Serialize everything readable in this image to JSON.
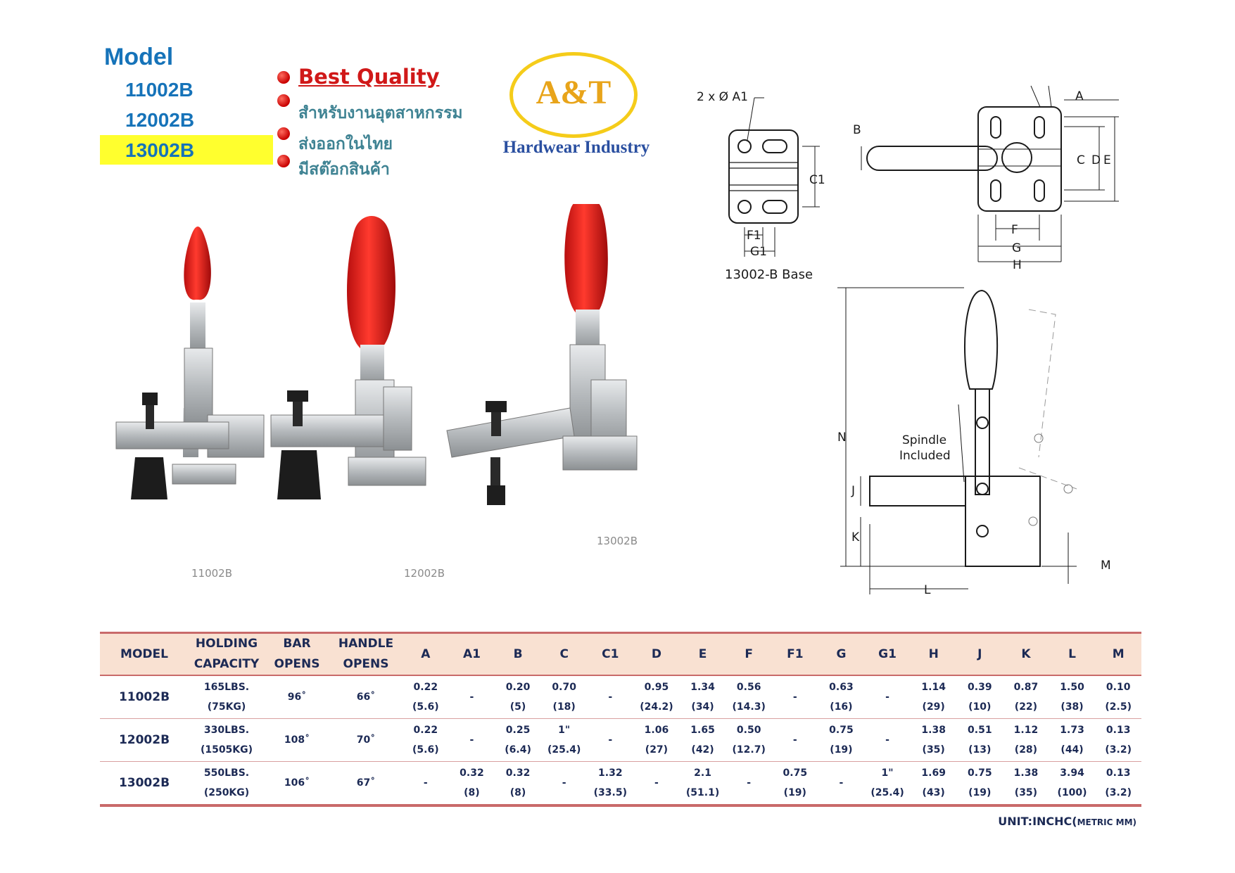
{
  "header": {
    "model_title": "Model",
    "models": [
      "11002B",
      "12002B",
      "13002B"
    ],
    "highlighted_model": "13002B",
    "highlight_color": "#ffff2e"
  },
  "features": {
    "best_quality": "Best Quality",
    "items": [
      "สำหรับงานอุตสาหกรรม",
      "ส่งออกในไทย",
      "มีสต๊อกสินค้า"
    ]
  },
  "logo": {
    "mark": "A&T",
    "subtitle": "Hardwear Industry",
    "ring_color": "#f5cc1a"
  },
  "photos": {
    "labels": [
      "11002B",
      "12002B",
      "13002B"
    ],
    "handle_color": "#e02020"
  },
  "base_drawing": {
    "hole_label": "2 x Ø A1",
    "c1": "C1",
    "f1": "F1",
    "g1": "G1",
    "caption": "13002-B Base"
  },
  "top_drawing": {
    "labels": [
      "A",
      "B",
      "C",
      "D",
      "E",
      "F",
      "G",
      "H"
    ]
  },
  "side_drawing": {
    "spindle_label": [
      "Spindle",
      "Included"
    ],
    "labels": [
      "N",
      "J",
      "K",
      "L",
      "M"
    ]
  },
  "table": {
    "headers": [
      [
        "MODEL"
      ],
      [
        "HOLDING",
        "CAPACITY"
      ],
      [
        "BAR",
        "OPENS"
      ],
      [
        "HANDLE",
        "OPENS"
      ],
      [
        "A"
      ],
      [
        "A1"
      ],
      [
        "B"
      ],
      [
        "C"
      ],
      [
        "C1"
      ],
      [
        "D"
      ],
      [
        "E"
      ],
      [
        "F"
      ],
      [
        "F1"
      ],
      [
        "G"
      ],
      [
        "G1"
      ],
      [
        "H"
      ],
      [
        "J"
      ],
      [
        "K"
      ],
      [
        "L"
      ],
      [
        "M"
      ]
    ],
    "rows": [
      {
        "model": "11002B",
        "cells": [
          [
            "165LBS.",
            "(75KG)"
          ],
          [
            "96˚"
          ],
          [
            "66˚"
          ],
          [
            "0.22",
            "(5.6)"
          ],
          [
            "-"
          ],
          [
            "0.20",
            "(5)"
          ],
          [
            "0.70",
            "(18)"
          ],
          [
            "-"
          ],
          [
            "0.95",
            "(24.2)"
          ],
          [
            "1.34",
            "(34)"
          ],
          [
            "0.56",
            "(14.3)"
          ],
          [
            "-"
          ],
          [
            "0.63",
            "(16)"
          ],
          [
            "-"
          ],
          [
            "1.14",
            "(29)"
          ],
          [
            "0.39",
            "(10)"
          ],
          [
            "0.87",
            "(22)"
          ],
          [
            "1.50",
            "(38)"
          ],
          [
            "0.10",
            "(2.5)"
          ]
        ]
      },
      {
        "model": "12002B",
        "cells": [
          [
            "330LBS.",
            "(1505KG)"
          ],
          [
            "108˚"
          ],
          [
            "70˚"
          ],
          [
            "0.22",
            "(5.6)"
          ],
          [
            "-"
          ],
          [
            "0.25",
            "(6.4)"
          ],
          [
            "1\"",
            "(25.4)"
          ],
          [
            "-"
          ],
          [
            "1.06",
            "(27)"
          ],
          [
            "1.65",
            "(42)"
          ],
          [
            "0.50",
            "(12.7)"
          ],
          [
            "-"
          ],
          [
            "0.75",
            "(19)"
          ],
          [
            "-"
          ],
          [
            "1.38",
            "(35)"
          ],
          [
            "0.51",
            "(13)"
          ],
          [
            "1.12",
            "(28)"
          ],
          [
            "1.73",
            "(44)"
          ],
          [
            "0.13",
            "(3.2)"
          ]
        ]
      },
      {
        "model": "13002B",
        "cells": [
          [
            "550LBS.",
            "(250KG)"
          ],
          [
            "106˚"
          ],
          [
            "67˚"
          ],
          [
            "-"
          ],
          [
            "0.32",
            "(8)"
          ],
          [
            "0.32",
            "(8)"
          ],
          [
            "-"
          ],
          [
            "1.32",
            "(33.5)"
          ],
          [
            "-"
          ],
          [
            "2.1",
            "(51.1)"
          ],
          [
            "-"
          ],
          [
            "0.75",
            "(19)"
          ],
          [
            "-"
          ],
          [
            "1\"",
            "(25.4)"
          ],
          [
            "1.69",
            "(43)"
          ],
          [
            "0.75",
            "(19)"
          ],
          [
            "1.38",
            "(35)"
          ],
          [
            "3.94",
            "(100)"
          ],
          [
            "0.13",
            "(3.2)"
          ]
        ]
      }
    ],
    "unit_main": "UNIT:INCHC(",
    "unit_small": "METRIC MM)"
  }
}
